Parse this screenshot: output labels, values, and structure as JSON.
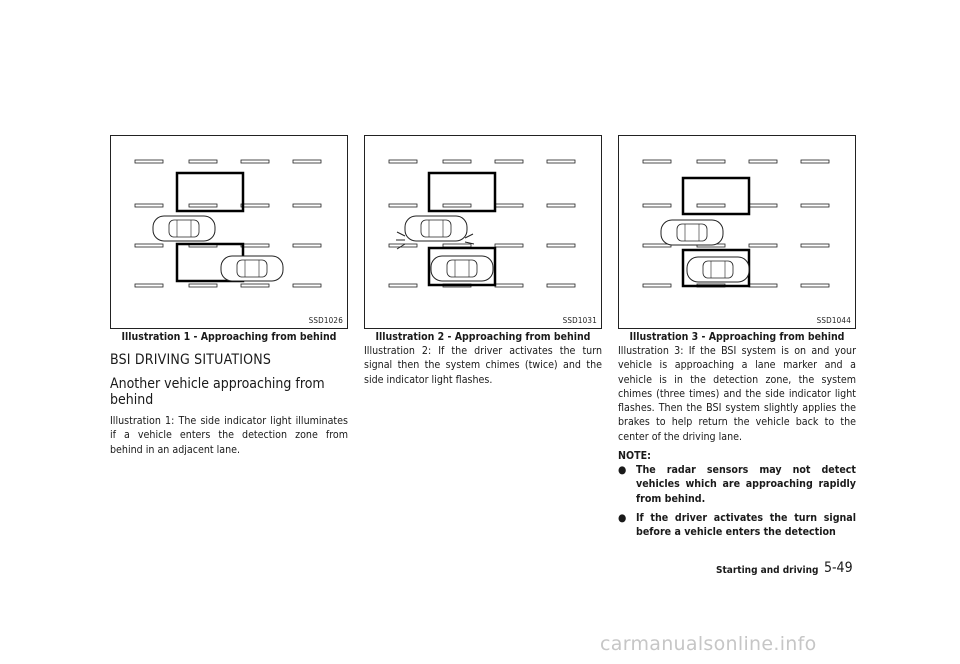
{
  "figures": [
    {
      "code": "SSD1026",
      "caption": "Illustration 1 - Approaching from behind"
    },
    {
      "code": "SSD1031",
      "caption": "Illustration 2 - Approaching from behind"
    },
    {
      "code": "SSD1044",
      "caption": "Illustration 3 - Approaching from behind"
    }
  ],
  "column1": {
    "heading": "BSI DRIVING SITUATIONS",
    "subheading": "Another vehicle approaching from behind",
    "paragraph": "Illustration 1: The side indicator light illuminates if a vehicle enters the detection zone from behind in an adjacent lane."
  },
  "column2": {
    "paragraph": "Illustration 2: If the driver activates the turn signal then the system chimes (twice) and the side indicator light flashes."
  },
  "column3": {
    "paragraph": "Illustration 3: If the BSI system is on and your vehicle is approaching a lane marker and a vehicle is in the detection zone, the system chimes (three times) and the side indicator light flashes. Then the BSI system slightly applies the brakes to help return the vehicle back to the center of the driving lane.",
    "note_title": "NOTE:",
    "bullets": [
      "The radar sensors may not detect vehicles which are approaching rapidly from behind.",
      "If the driver activates the turn signal before a vehicle enters the detection"
    ]
  },
  "footer": {
    "section": "Starting and driving",
    "page": "5-49"
  },
  "watermark": "carmanualsonline.info"
}
